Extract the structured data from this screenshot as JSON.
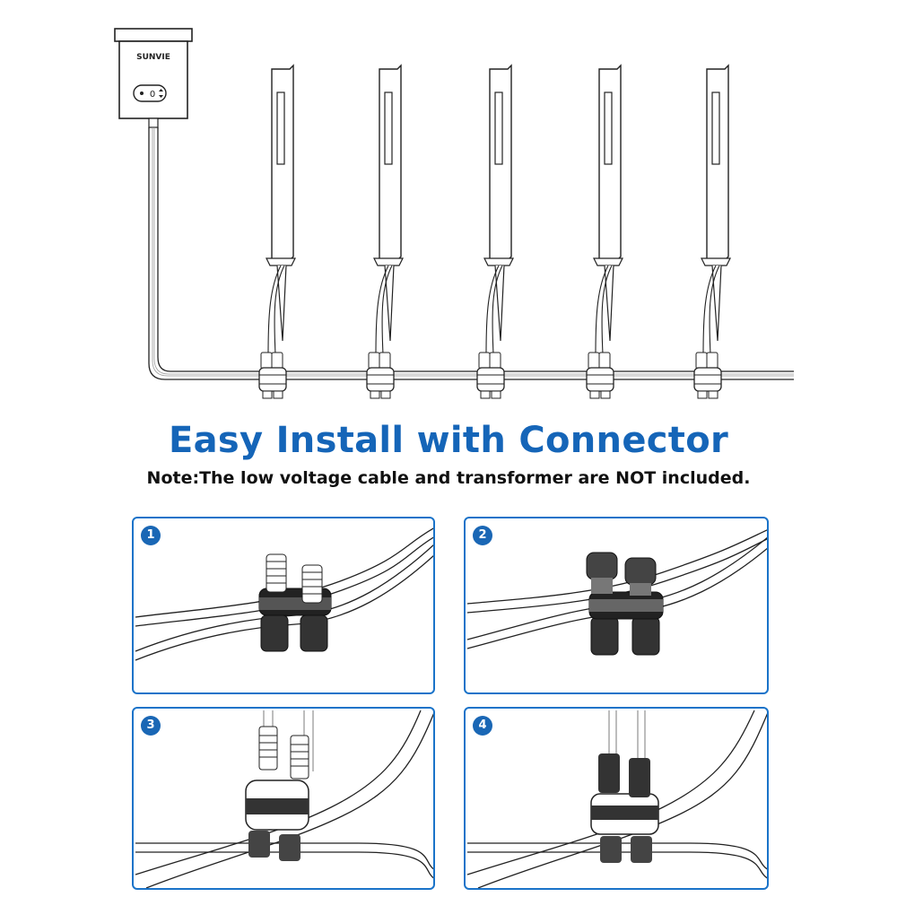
{
  "brand": "SUNVIE",
  "heading": "Easy Install with Connector",
  "note": "Note:The low voltage cable and transformer are NOT included.",
  "steps": [
    {
      "number": "1"
    },
    {
      "number": "2"
    },
    {
      "number": "3"
    },
    {
      "number": "4"
    }
  ],
  "colors": {
    "accent": "#1565b8",
    "panel_border": "#1a73c9",
    "line": "#222222"
  },
  "icons": [
    "transformer-icon",
    "power-button-icon",
    "path-light-icon",
    "connector-icon",
    "cable-icon"
  ]
}
